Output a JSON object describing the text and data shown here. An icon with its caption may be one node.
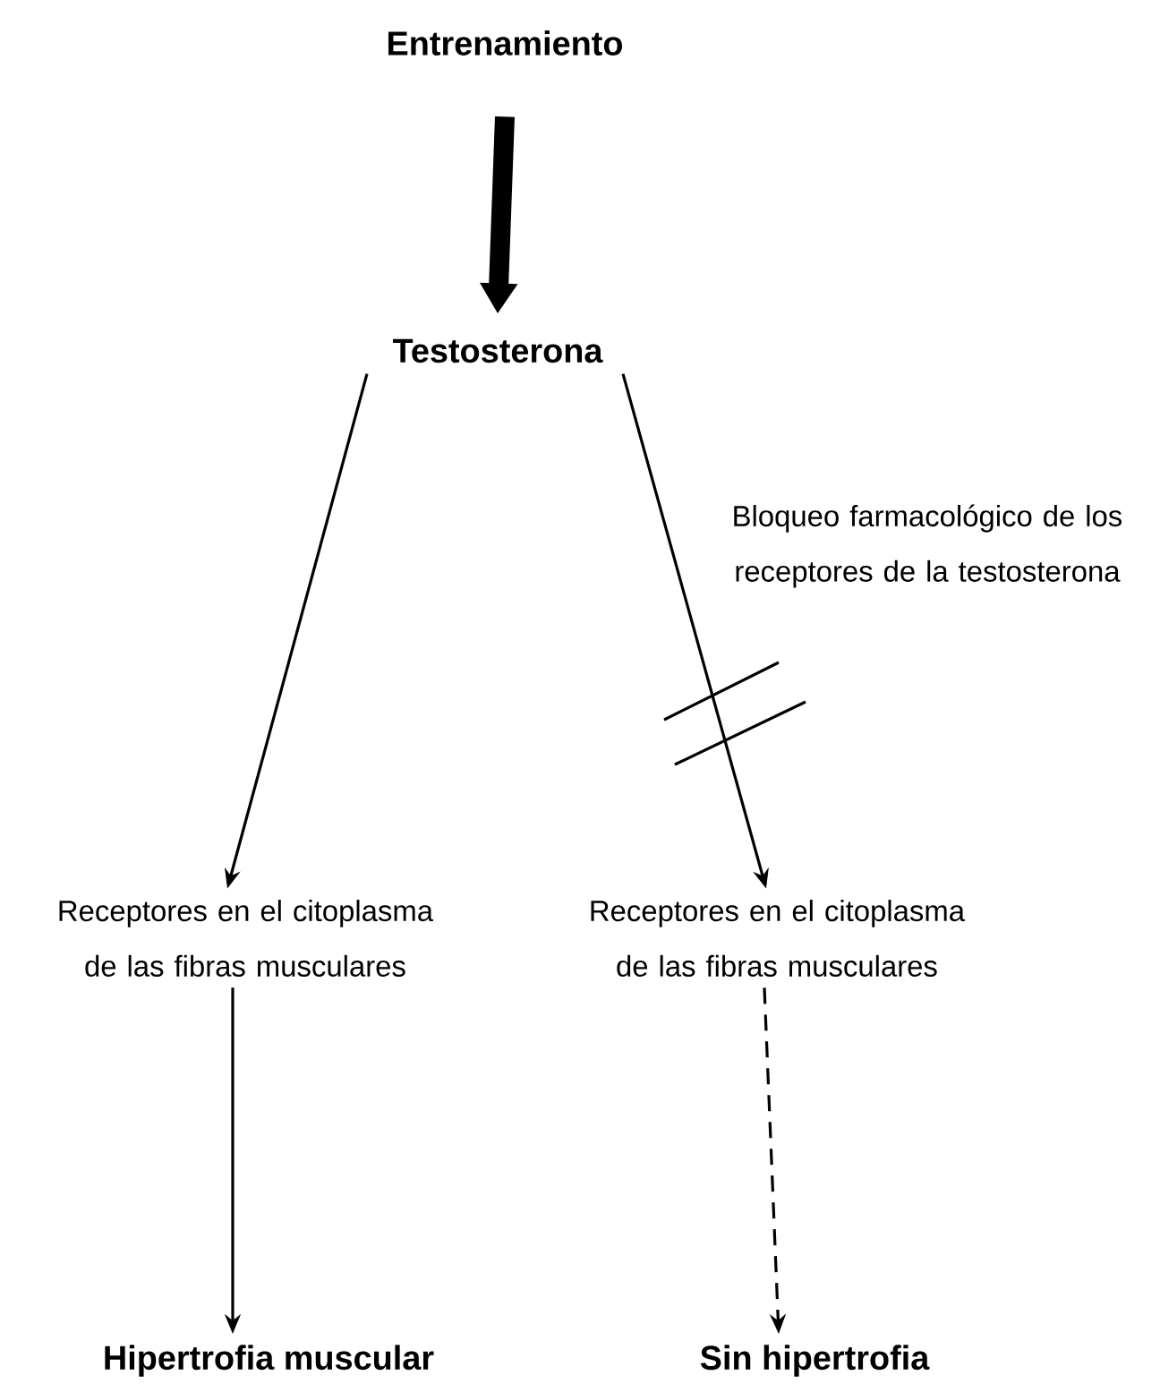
{
  "diagram": {
    "nodes": [
      {
        "text": [
          "Entrenamiento"
        ]
      },
      {
        "text": [
          "Testosterona"
        ]
      },
      {
        "text": [
          "Receptores en el citoplasma de las fibras musculares"
        ]
      },
      {
        "text": [
          "Receptores en el citoplasma de las fibras musculares"
        ]
      },
      {
        "text": [
          "Hipertrofia muscular"
        ]
      },
      {
        "text": [
          "Sin hipertrofia"
        ]
      }
    ],
    "edges": [
      {
        "from": 0,
        "to": 1,
        "arrow": "to",
        "style": "thick"
      },
      {
        "from": 1,
        "to": 2,
        "arrow": "to"
      },
      {
        "from": 1,
        "to": 3,
        "arrow": "to"
      },
      {
        "from": 2,
        "to": 4,
        "arrow": "to"
      },
      {
        "from": 3,
        "to": 5,
        "arrow": "to",
        "style": "dashed"
      }
    ],
    "labels": [
      "Bloqueo farmacológico de los receptores de la testosterona"
    ]
  }
}
